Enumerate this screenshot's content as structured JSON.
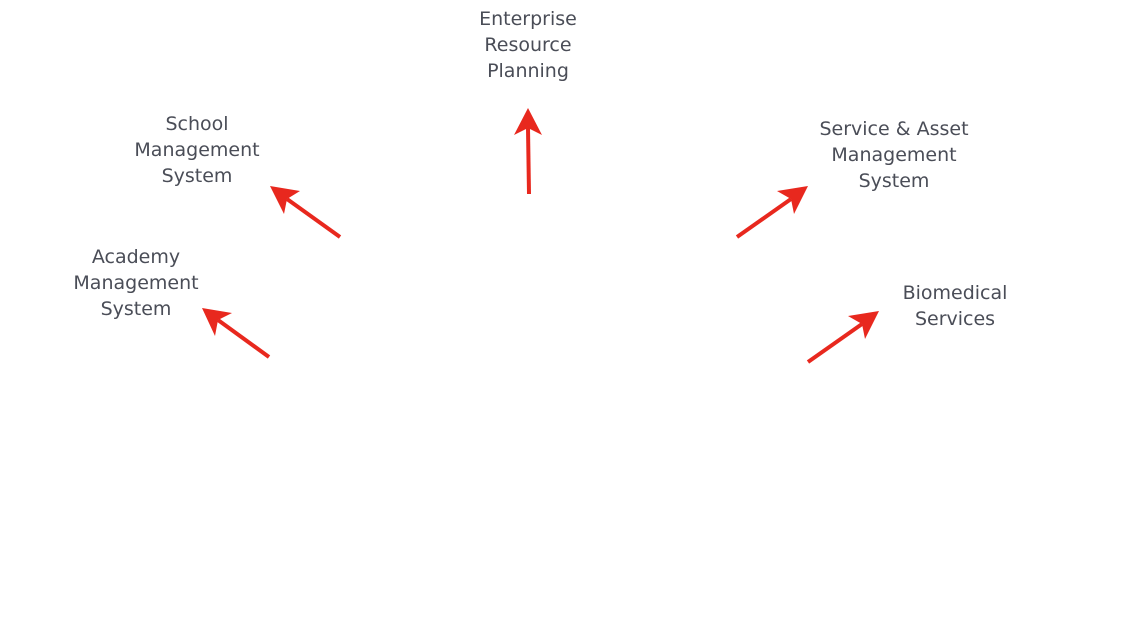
{
  "diagram": {
    "arrow_color": "#e8281e",
    "text_color": "#4a4d57",
    "nodes": [
      {
        "id": "erp",
        "lines": [
          "Enterprise",
          "Resource",
          "Planning"
        ]
      },
      {
        "id": "school",
        "lines": [
          "School",
          "Management",
          "System"
        ]
      },
      {
        "id": "academy",
        "lines": [
          "Academy",
          "Management",
          "System"
        ]
      },
      {
        "id": "service-asset",
        "lines": [
          "Service & Asset",
          "Management",
          "System"
        ]
      },
      {
        "id": "biomedical",
        "lines": [
          "Biomedical",
          "Services"
        ]
      }
    ]
  }
}
